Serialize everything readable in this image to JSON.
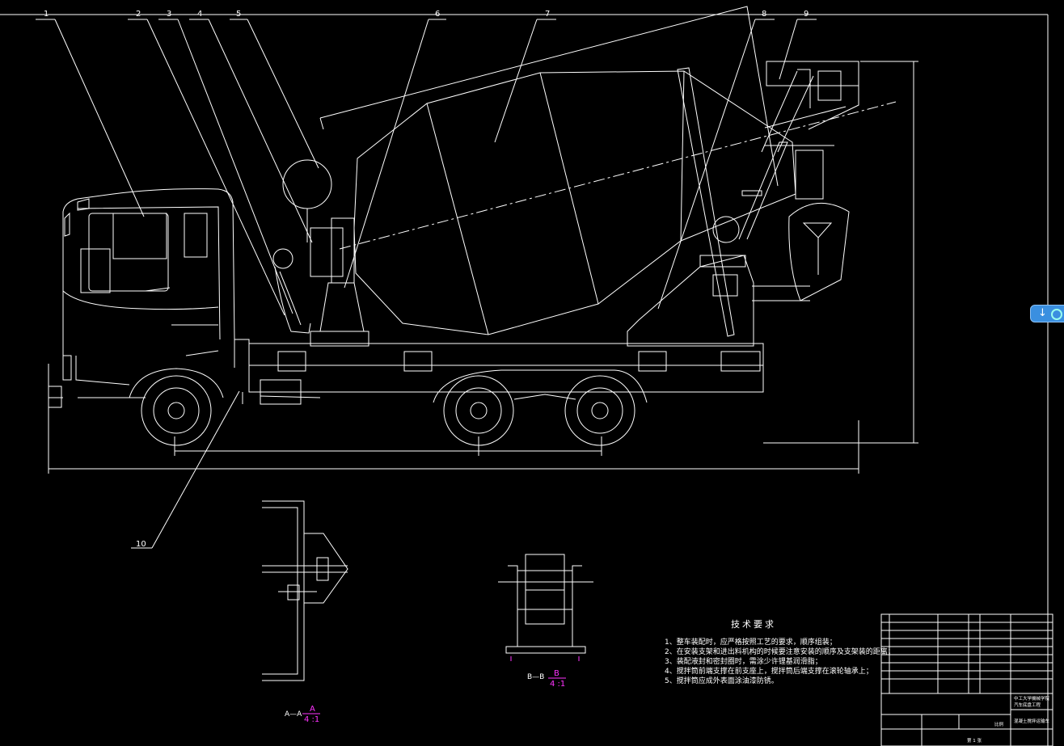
{
  "labels": [
    "1",
    "2",
    "3",
    "4",
    "5",
    "6",
    "7",
    "8",
    "9",
    "10"
  ],
  "section_a": {
    "letter": "A",
    "prefix": "A—A",
    "scale": "4 :1"
  },
  "section_b": {
    "letter": "B",
    "prefix": "B—B",
    "scale": "4 :1"
  },
  "tech_notes": {
    "title": "技术要求",
    "items": [
      "1、整车装配时，应严格按照工艺的要求，顺序组装；",
      "2、在安装支架和进出料机构的时候要注意安装的顺序及支架装的距离；",
      "3、装配液封和密封圈时，需涂少许锂基润滑脂；",
      "4、搅拌筒前端支撑在前支座上，搅拌筒后端支撑在滚轮轴承上；",
      "5、搅拌筒应成外表面涂油漆防锈。"
    ]
  },
  "title_block": {
    "school": "中工大学機械学院",
    "project": "汽车底盘工程",
    "drawing_name": "混凝土搅拌运输车",
    "scale_label": "比例",
    "sheet": "第 1 张"
  },
  "colors": {
    "line": "#ffffff",
    "accent": "#ff33ff"
  },
  "ui": {
    "side_button_icon": "down-arrow-icon"
  }
}
